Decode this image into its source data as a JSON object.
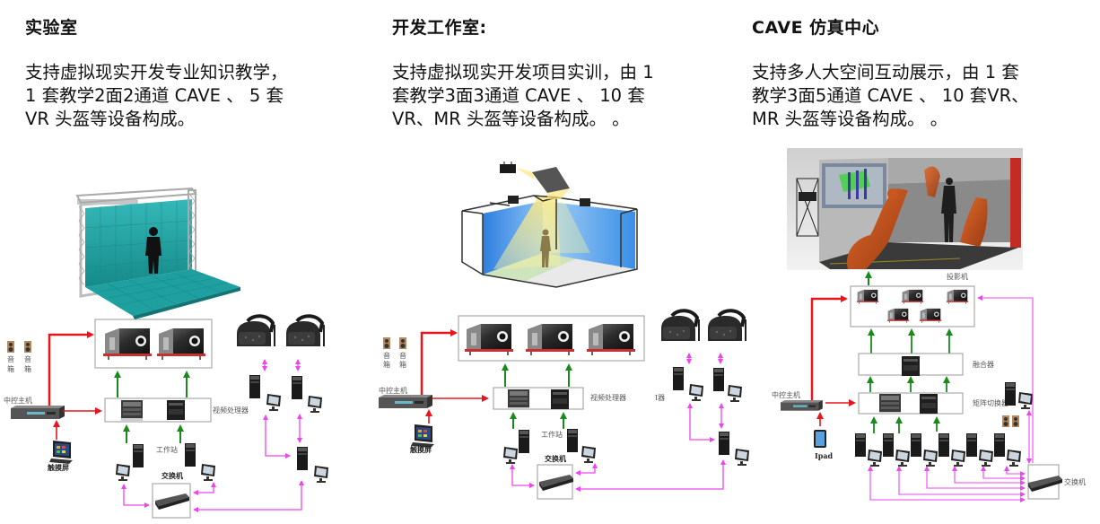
{
  "panels": [
    {
      "title": "实验室",
      "desc_lines": [
        "支持虚拟现实开发专业知识教学，",
        "1 套教学2面2通道 CAVE 、 5 套",
        "VR 头盔等设备构成。"
      ],
      "scene": "2-wall CAVE with teal tiled wall and floor, truss frame, standing person",
      "labels": {
        "speaker_1": "音",
        "speaker_1b": "箱",
        "speaker_2": "音",
        "speaker_2b": "箱",
        "controller": "中控主机",
        "touchscreen": "触摸屏",
        "video_processor": "视频处理器",
        "workstation": "工作站",
        "switch": "交换机"
      },
      "projector_count": 2,
      "vr_headset_count": 2
    },
    {
      "title": "开发工作室:",
      "desc_lines": [
        "支持虚拟现实开发项目实训，由 1",
        "套教学3面3通道 CAVE 、 10 套",
        "VR、MR 头盔等设备构成。 。"
      ],
      "scene": "3-wall CAVE frame with blue walls, projector light cones, standing person",
      "labels": {
        "speaker_1": "音",
        "speaker_1b": "箱",
        "speaker_2": "音",
        "speaker_2b": "箱",
        "controller": "中控主机",
        "touchscreen": "触摸屏",
        "video_processor": "视频处理器",
        "workstation": "工作站",
        "switch": "交换机",
        "partial": "Ⅰ器"
      },
      "projector_count": 3,
      "vr_headset_count": 2
    },
    {
      "title": "CAVE 仿真中心",
      "desc_lines": [
        "支持多人大空间互动展示，由 1 套",
        "教学3面5通道 CAVE 、 10 套VR、",
        "MR 头盔等设备构成。 。"
      ],
      "scene": "Large CAVE showing industrial robot arms simulation with presenter",
      "labels": {
        "projector": "投影机",
        "blender": "融合器",
        "matrix_switcher": "矩阵切换器",
        "controller": "中控主机",
        "ipad": "Ipad",
        "switch": "交换机"
      },
      "projector_count": 5,
      "workstation_count": 6
    }
  ],
  "colors": {
    "control_line": "#e8161b",
    "video_line": "#1a8a1a",
    "network_line": "#ee44ee",
    "box_border": "#9a9a9a",
    "teal": "#21a3a3",
    "cave_blue": "#3a8ee6"
  }
}
